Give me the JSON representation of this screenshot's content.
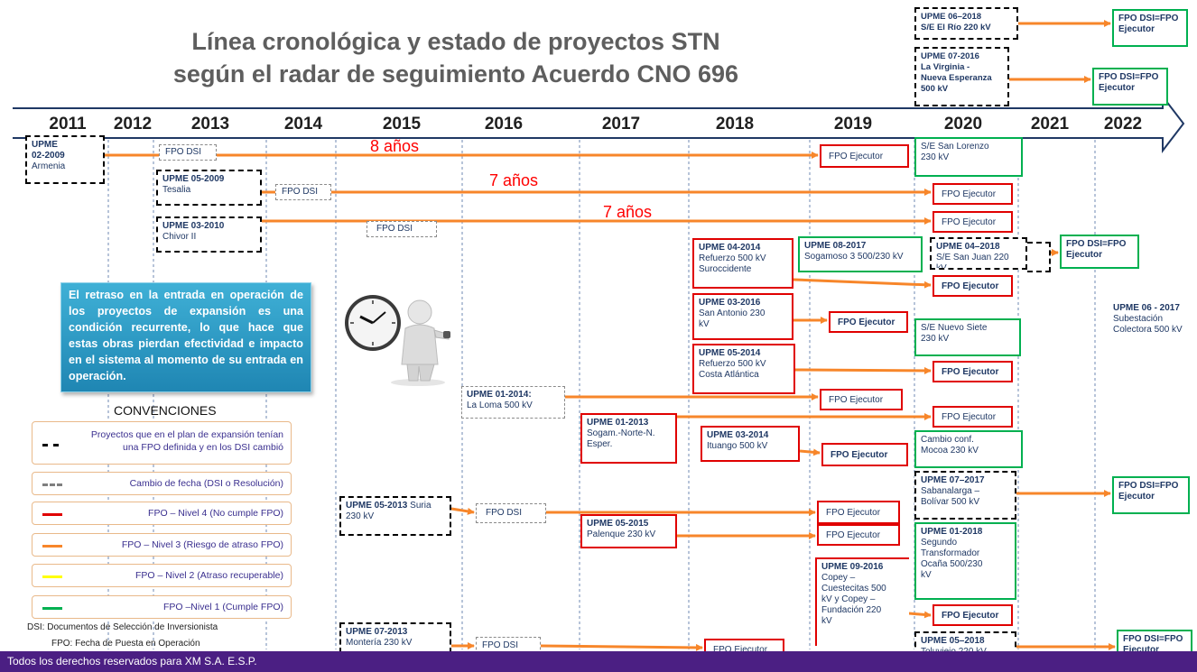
{
  "title": {
    "line1": "Línea cronológica y estado de proyectos STN",
    "line2": "según el radar de seguimiento Acuerdo CNO 696"
  },
  "colors": {
    "arrow": "#f7862a",
    "timeline_outline": "#1f3864",
    "red": "#e00000",
    "green": "#00b050",
    "black_dashed": "#000000",
    "note_bg": "#2a9bc8",
    "footer_bg": "#4b1f83"
  },
  "years": [
    "2011",
    "2012",
    "2013",
    "2014",
    "2015",
    "2016",
    "2017",
    "2018",
    "2019",
    "2020",
    "2021",
    "2022"
  ],
  "durations": [
    "8 años",
    "7 años",
    "7 años"
  ],
  "boxes": {
    "upme_02_2009": {
      "head": "UPME",
      "lines": [
        "02-2009",
        "Armenia"
      ]
    },
    "fpo_dsi_1": {
      "head": "",
      "lines": [
        "FPO DSI"
      ]
    },
    "fpo_ejec_1": {
      "head": "",
      "lines": [
        "FPO Ejecutor"
      ]
    },
    "san_lorenzo": {
      "head": "",
      "lines": [
        "S/E San Lorenzo",
        "230 kV"
      ]
    },
    "upme_05_2009": {
      "head": "UPME 05-2009",
      "lines": [
        "Tesalia"
      ]
    },
    "fpo_dsi_2": {
      "head": "",
      "lines": [
        "FPO DSI"
      ]
    },
    "fpo_ejec_2": {
      "head": "",
      "lines": [
        "FPO Ejecutor"
      ]
    },
    "upme_03_2010": {
      "head": "UPME 03-2010",
      "lines": [
        "Chivor II"
      ]
    },
    "fpo_dsi_3": {
      "head": "",
      "lines": [
        "FPO DSI"
      ]
    },
    "fpo_ejec_3": {
      "head": "",
      "lines": [
        "FPO Ejecutor"
      ]
    },
    "upme_06_2018": {
      "head": "UPME 06–2018",
      "lines": [
        "S/E El Río 220 kV"
      ]
    },
    "fpo_dsi_fpo_1": {
      "head": "FPO DSI=FPO",
      "lines": [
        "Ejecutor"
      ]
    },
    "upme_07_2016": {
      "head": "UPME 07-2016",
      "lines": [
        "La Virginia -",
        "Nueva Esperanza",
        "500 kV"
      ]
    },
    "fpo_dsi_fpo_2": {
      "head": "FPO DSI=FPO",
      "lines": [
        "Ejecutor"
      ]
    },
    "upme_04_2014": {
      "head": "UPME 04-2014",
      "lines": [
        "Refuerzo 500 kV",
        "Suroccidente"
      ]
    },
    "upme_08_2017": {
      "head": "UPME 08-2017",
      "lines": [
        "Sogamoso 3 500/230 kV"
      ]
    },
    "upme_04_2018": {
      "head": "UPME 04–2018",
      "lines": [
        "S/E San Juan 220 kV"
      ]
    },
    "fpo_dsi_fpo_3": {
      "head": "FPO DSI=FPO",
      "lines": [
        "Ejecutor"
      ]
    },
    "fpo_ejec_4": {
      "head": "FPO Ejecutor",
      "lines": []
    },
    "upme_03_2016": {
      "head": "UPME 03-2016",
      "lines": [
        "San Antonio 230",
        "kV"
      ]
    },
    "fpo_ejec_5": {
      "head": "FPO Ejecutor",
      "lines": []
    },
    "nuevo_siete": {
      "head": "",
      "lines": [
        "S/E Nuevo Siete",
        "230 kV"
      ]
    },
    "upme_06_2017": {
      "head": "UPME 06 - 2017",
      "lines": [
        "Subestación",
        "Colectora 500 kV"
      ]
    },
    "upme_05_2014": {
      "head": "UPME 05-2014",
      "lines": [
        "Refuerzo 500 kV",
        "Costa Atlántica"
      ]
    },
    "fpo_ejec_6": {
      "head": "FPO Ejecutor",
      "lines": []
    },
    "upme_01_2014": {
      "head": "UPME 01-2014:",
      "lines": [
        "La Loma 500 kV"
      ]
    },
    "fpo_ejec_7": {
      "head": "",
      "lines": [
        "FPO Ejecutor"
      ]
    },
    "upme_01_2013": {
      "head": "UPME 01-2013",
      "lines": [
        "Sogam.-Norte-N.",
        "Esper."
      ]
    },
    "fpo_ejec_8": {
      "head": "",
      "lines": [
        "FPO Ejecutor"
      ]
    },
    "upme_03_2014": {
      "head": "UPME 03-2014",
      "lines": [
        "Ituango 500 kV"
      ]
    },
    "fpo_ejec_9": {
      "head": "FPO Ejecutor",
      "lines": []
    },
    "mocoa": {
      "head": "",
      "lines": [
        "Cambio conf.",
        "Mocoa 230 kV"
      ]
    },
    "upme_05_2013": {
      "head": "UPME 05-2013",
      "lines": [
        "Suria",
        "230 kV"
      ]
    },
    "fpo_dsi_4": {
      "head": "",
      "lines": [
        "FPO DSI"
      ]
    },
    "fpo_ejec_10": {
      "head": "",
      "lines": [
        "FPO Ejecutor"
      ]
    },
    "upme_07_2017": {
      "head": "UPME 07–2017",
      "lines": [
        "Sabanalarga –",
        "Bolívar 500 kV"
      ]
    },
    "fpo_dsi_fpo_4": {
      "head": "FPO DSI=FPO",
      "lines": [
        "Ejecutor"
      ]
    },
    "upme_05_2015": {
      "head": "UPME 05-2015",
      "lines": [
        "Palenque 230 kV"
      ]
    },
    "fpo_ejec_11": {
      "head": "",
      "lines": [
        "FPO Ejecutor"
      ]
    },
    "upme_01_2018": {
      "head": "UPME 01-2018",
      "lines": [
        "Segundo",
        "Transformador",
        "Ocaña 500/230",
        "kV"
      ]
    },
    "upme_09_2016": {
      "head": "UPME 09-2016",
      "lines": [
        "Copey –",
        "Cuestecitas 500",
        "kV y Copey –",
        "Fundación 220",
        "kV"
      ]
    },
    "fpo_ejec_12": {
      "head": "FPO Ejecutor",
      "lines": []
    },
    "upme_07_2013": {
      "head": "UPME 07-2013",
      "lines": [
        "Montería 230 kV"
      ]
    },
    "fpo_dsi_5": {
      "head": "",
      "lines": [
        "FPO DSI"
      ]
    },
    "fpo_ejec_13": {
      "head": "",
      "lines": [
        "FPO Ejecutor"
      ]
    },
    "upme_05_2018": {
      "head": "UPME 05–2018",
      "lines": [
        "Toluviejo 220 kV"
      ]
    },
    "fpo_dsi_fpo_5": {
      "head": "FPO DSI=FPO",
      "lines": [
        "Ejecutor"
      ]
    }
  },
  "note": "El retraso en la entrada en operación de los proyectos de expansión es una condición recurrente, lo que hace que estas obras pierdan efectividad e impacto en el sistema al momento de su entrada en operación.",
  "conventions": {
    "title": "CONVENCIONES",
    "items": [
      {
        "label_line1": "Proyectos que en el plan de expansión tenían",
        "label_line2": "una FPO definida y en los DSI cambió",
        "swatch": "#000000",
        "style": "dashed"
      },
      {
        "label_line1": "Cambio de fecha (DSI o Resolución)",
        "label_line2": "",
        "swatch": "#7f7f7f",
        "style": "dashed"
      },
      {
        "label_line1": "FPO – Nivel 4 (No cumple FPO)",
        "label_line2": "",
        "swatch": "#e00000",
        "style": "solid"
      },
      {
        "label_line1": "FPO – Nivel 3 (Riesgo de atraso FPO)",
        "label_line2": "",
        "swatch": "#f7862a",
        "style": "solid"
      },
      {
        "label_line1": "FPO – Nivel 2 (Atraso recuperable)",
        "label_line2": "",
        "swatch": "#ffff00",
        "style": "solid"
      },
      {
        "label_line1": "FPO –Nivel 1 (Cumple FPO)",
        "label_line2": "",
        "swatch": "#00b050",
        "style": "solid"
      }
    ]
  },
  "definitions": {
    "dsi": "DSI: Documentos de Selección de Inversionista",
    "fpo": "FPO: Fecha de Puesta en Operación"
  },
  "footer": "Todos los derechos reservados para XM S.A. E.S.P."
}
